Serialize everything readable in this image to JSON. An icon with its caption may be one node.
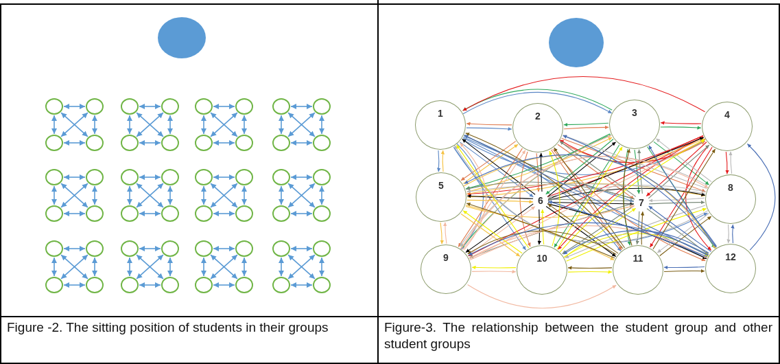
{
  "diagram": {
    "nodes": [
      {
        "text": [],
        "shape": "circle"
      },
      {
        "text": [],
        "shape": "circle"
      },
      {
        "text": [],
        "shape": "circle"
      },
      {
        "text": [],
        "shape": "circle"
      },
      {
        "text": [],
        "shape": "circle"
      },
      {
        "text": [],
        "shape": "circle"
      },
      {
        "text": [],
        "shape": "circle"
      },
      {
        "text": [],
        "shape": "circle"
      },
      {
        "text": [],
        "shape": "circle"
      },
      {
        "text": [],
        "shape": "circle"
      },
      {
        "text": [],
        "shape": "circle"
      },
      {
        "text": [],
        "shape": "circle"
      },
      {
        "text": [],
        "shape": "circle"
      },
      {
        "text": [],
        "shape": "circle"
      },
      {
        "text": [],
        "shape": "circle"
      },
      {
        "text": [],
        "shape": "circle"
      },
      {
        "text": [],
        "shape": "circle"
      },
      {
        "text": [],
        "shape": "circle"
      },
      {
        "text": [],
        "shape": "circle"
      },
      {
        "text": [],
        "shape": "circle"
      },
      {
        "text": [],
        "shape": "circle"
      },
      {
        "text": [],
        "shape": "circle"
      },
      {
        "text": [],
        "shape": "circle"
      },
      {
        "text": [],
        "shape": "circle"
      },
      {
        "text": [],
        "shape": "circle"
      },
      {
        "text": [],
        "shape": "circle"
      },
      {
        "text": [],
        "shape": "circle"
      },
      {
        "text": [],
        "shape": "circle"
      },
      {
        "text": [],
        "shape": "circle"
      },
      {
        "text": [],
        "shape": "circle"
      },
      {
        "text": [],
        "shape": "circle"
      },
      {
        "text": [],
        "shape": "circle"
      },
      {
        "text": [],
        "shape": "circle"
      },
      {
        "text": [],
        "shape": "circle"
      },
      {
        "text": [],
        "shape": "circle"
      },
      {
        "text": [],
        "shape": "circle"
      },
      {
        "text": [],
        "shape": "circle"
      },
      {
        "text": [],
        "shape": "circle"
      },
      {
        "text": [],
        "shape": "circle"
      },
      {
        "text": [],
        "shape": "circle"
      },
      {
        "text": [],
        "shape": "circle"
      },
      {
        "text": [],
        "shape": "circle"
      },
      {
        "text": [],
        "shape": "circle"
      },
      {
        "text": [],
        "shape": "circle"
      },
      {
        "text": [],
        "shape": "circle"
      },
      {
        "text": [],
        "shape": "circle"
      },
      {
        "text": [],
        "shape": "circle"
      },
      {
        "text": [],
        "shape": "circle"
      },
      {
        "text": [],
        "shape": "circle"
      },
      {
        "text": [],
        "shape": "circle"
      },
      {
        "text": [
          "1"
        ]
      },
      {
        "text": [
          "2"
        ]
      },
      {
        "text": [
          "3"
        ]
      },
      {
        "text": [
          "4"
        ]
      },
      {
        "text": [
          "5"
        ]
      },
      {
        "text": [
          "6"
        ]
      },
      {
        "text": [
          "7"
        ]
      },
      {
        "text": [
          "8"
        ]
      },
      {
        "text": [
          "9"
        ]
      },
      {
        "text": [
          "10"
        ]
      },
      {
        "text": [
          "11"
        ]
      },
      {
        "text": [
          "12"
        ]
      }
    ],
    "edges": [
      {
        "from": 1,
        "to": 2,
        "arrow": "both"
      },
      {
        "from": 1,
        "to": 3,
        "arrow": "both"
      },
      {
        "from": 2,
        "to": 4,
        "arrow": "both"
      },
      {
        "from": 3,
        "to": 4,
        "arrow": "both"
      },
      {
        "from": 1,
        "to": 4,
        "arrow": "both"
      },
      {
        "from": 2,
        "to": 3,
        "arrow": "both"
      },
      {
        "from": 5,
        "to": 6,
        "arrow": "both"
      },
      {
        "from": 5,
        "to": 7,
        "arrow": "both"
      },
      {
        "from": 6,
        "to": 8,
        "arrow": "both"
      },
      {
        "from": 7,
        "to": 8,
        "arrow": "both"
      },
      {
        "from": 5,
        "to": 8,
        "arrow": "both"
      },
      {
        "from": 6,
        "to": 7,
        "arrow": "both"
      },
      {
        "from": 9,
        "to": 10,
        "arrow": "both"
      },
      {
        "from": 9,
        "to": 11,
        "arrow": "both"
      },
      {
        "from": 10,
        "to": 12,
        "arrow": "both"
      },
      {
        "from": 11,
        "to": 12,
        "arrow": "both"
      },
      {
        "from": 9,
        "to": 12,
        "arrow": "both"
      },
      {
        "from": 10,
        "to": 11,
        "arrow": "both"
      },
      {
        "from": 13,
        "to": 14,
        "arrow": "both"
      },
      {
        "from": 13,
        "to": 15,
        "arrow": "both"
      },
      {
        "from": 14,
        "to": 16,
        "arrow": "both"
      },
      {
        "from": 15,
        "to": 16,
        "arrow": "both"
      },
      {
        "from": 13,
        "to": 16,
        "arrow": "both"
      },
      {
        "from": 14,
        "to": 15,
        "arrow": "both"
      },
      {
        "from": 17,
        "to": 18,
        "arrow": "both"
      },
      {
        "from": 17,
        "to": 19,
        "arrow": "both"
      },
      {
        "from": 18,
        "to": 20,
        "arrow": "both"
      },
      {
        "from": 19,
        "to": 20,
        "arrow": "both"
      },
      {
        "from": 17,
        "to": 20,
        "arrow": "both"
      },
      {
        "from": 18,
        "to": 19,
        "arrow": "both"
      },
      {
        "from": 21,
        "to": 22,
        "arrow": "both"
      },
      {
        "from": 21,
        "to": 23,
        "arrow": "both"
      },
      {
        "from": 22,
        "to": 24,
        "arrow": "both"
      },
      {
        "from": 23,
        "to": 24,
        "arrow": "both"
      },
      {
        "from": 21,
        "to": 24,
        "arrow": "both"
      },
      {
        "from": 22,
        "to": 23,
        "arrow": "both"
      },
      {
        "from": 25,
        "to": 26,
        "arrow": "both"
      },
      {
        "from": 25,
        "to": 27,
        "arrow": "both"
      },
      {
        "from": 26,
        "to": 28,
        "arrow": "both"
      },
      {
        "from": 27,
        "to": 28,
        "arrow": "both"
      },
      {
        "from": 25,
        "to": 28,
        "arrow": "both"
      },
      {
        "from": 26,
        "to": 27,
        "arrow": "both"
      },
      {
        "from": 29,
        "to": 30,
        "arrow": "both"
      },
      {
        "from": 29,
        "to": 31,
        "arrow": "both"
      },
      {
        "from": 30,
        "to": 32,
        "arrow": "both"
      },
      {
        "from": 31,
        "to": 32,
        "arrow": "both"
      },
      {
        "from": 29,
        "to": 32,
        "arrow": "both"
      },
      {
        "from": 30,
        "to": 31,
        "arrow": "both"
      },
      {
        "from": 33,
        "to": 34,
        "arrow": "both"
      },
      {
        "from": 33,
        "to": 35,
        "arrow": "both"
      },
      {
        "from": 34,
        "to": 36,
        "arrow": "both"
      },
      {
        "from": 35,
        "to": 36,
        "arrow": "both"
      },
      {
        "from": 33,
        "to": 36,
        "arrow": "both"
      },
      {
        "from": 34,
        "to": 35,
        "arrow": "both"
      },
      {
        "from": 37,
        "to": 38,
        "arrow": "both"
      },
      {
        "from": 37,
        "to": 39,
        "arrow": "both"
      },
      {
        "from": 38,
        "to": 40,
        "arrow": "both"
      },
      {
        "from": 39,
        "to": 40,
        "arrow": "both"
      },
      {
        "from": 37,
        "to": 40,
        "arrow": "both"
      },
      {
        "from": 38,
        "to": 39,
        "arrow": "both"
      },
      {
        "from": 41,
        "to": 42,
        "arrow": "both"
      },
      {
        "from": 41,
        "to": 43,
        "arrow": "both"
      },
      {
        "from": 42,
        "to": 44,
        "arrow": "both"
      },
      {
        "from": 43,
        "to": 44,
        "arrow": "both"
      },
      {
        "from": 41,
        "to": 44,
        "arrow": "both"
      },
      {
        "from": 42,
        "to": 43,
        "arrow": "both"
      },
      {
        "from": 45,
        "to": 46,
        "arrow": "both"
      },
      {
        "from": 45,
        "to": 47,
        "arrow": "both"
      },
      {
        "from": 46,
        "to": 48,
        "arrow": "both"
      },
      {
        "from": 47,
        "to": 48,
        "arrow": "both"
      },
      {
        "from": 45,
        "to": 48,
        "arrow": "both"
      },
      {
        "from": 46,
        "to": 47,
        "arrow": "both"
      },
      {
        "from": 50,
        "to": 51,
        "arrow": "to",
        "color": "#5b87c5"
      },
      {
        "from": 50,
        "to": 52,
        "arrow": "to",
        "color": "#5b87c5"
      },
      {
        "from": 50,
        "to": 53,
        "arrow": "to",
        "color": "#5b87c5"
      },
      {
        "from": 50,
        "to": 54,
        "arrow": "to",
        "color": "#5b87c5"
      },
      {
        "from": 50,
        "to": 55,
        "arrow": "to",
        "color": "#5b87c5"
      },
      {
        "from": 50,
        "to": 56,
        "arrow": "to",
        "color": "#5b87c5"
      },
      {
        "from": 50,
        "to": 57,
        "arrow": "to",
        "color": "#5b87c5"
      },
      {
        "from": 50,
        "to": 58,
        "arrow": "to",
        "color": "#5b87c5"
      },
      {
        "from": 50,
        "to": 59,
        "arrow": "to",
        "color": "#5b87c5"
      },
      {
        "from": 50,
        "to": 60,
        "arrow": "to",
        "color": "#5b87c5"
      },
      {
        "from": 50,
        "to": 61,
        "arrow": "to",
        "color": "#5b87c5"
      },
      {
        "from": 51,
        "to": 50,
        "arrow": "to",
        "color": "#e07b4f"
      },
      {
        "from": 51,
        "to": 52,
        "arrow": "to",
        "color": "#e07b4f"
      },
      {
        "from": 51,
        "to": 53,
        "arrow": "to",
        "color": "#e07b4f"
      },
      {
        "from": 51,
        "to": 54,
        "arrow": "to",
        "color": "#e07b4f"
      },
      {
        "from": 51,
        "to": 55,
        "arrow": "to",
        "color": "#e07b4f"
      },
      {
        "from": 51,
        "to": 56,
        "arrow": "to",
        "color": "#e07b4f"
      },
      {
        "from": 51,
        "to": 57,
        "arrow": "to",
        "color": "#e07b4f"
      },
      {
        "from": 51,
        "to": 58,
        "arrow": "to",
        "color": "#e07b4f"
      },
      {
        "from": 51,
        "to": 59,
        "arrow": "to",
        "color": "#e07b4f"
      },
      {
        "from": 51,
        "to": 60,
        "arrow": "to",
        "color": "#e07b4f"
      },
      {
        "from": 51,
        "to": 61,
        "arrow": "to",
        "color": "#e07b4f"
      },
      {
        "from": 52,
        "to": 50,
        "arrow": "to",
        "color": "#2ea85a"
      },
      {
        "from": 52,
        "to": 51,
        "arrow": "to",
        "color": "#2ea85a"
      },
      {
        "from": 52,
        "to": 53,
        "arrow": "to",
        "color": "#2ea85a"
      },
      {
        "from": 52,
        "to": 54,
        "arrow": "to",
        "color": "#2ea85a"
      },
      {
        "from": 52,
        "to": 55,
        "arrow": "to",
        "color": "#2ea85a"
      },
      {
        "from": 52,
        "to": 56,
        "arrow": "to",
        "color": "#2ea85a"
      },
      {
        "from": 52,
        "to": 57,
        "arrow": "to",
        "color": "#2ea85a"
      },
      {
        "from": 52,
        "to": 58,
        "arrow": "to",
        "color": "#2ea85a"
      },
      {
        "from": 52,
        "to": 59,
        "arrow": "to",
        "color": "#2ea85a"
      },
      {
        "from": 52,
        "to": 60,
        "arrow": "to",
        "color": "#2ea85a"
      },
      {
        "from": 52,
        "to": 61,
        "arrow": "to",
        "color": "#2ea85a"
      },
      {
        "from": 53,
        "to": 50,
        "arrow": "to",
        "color": "#e41a1c"
      },
      {
        "from": 53,
        "to": 51,
        "arrow": "to",
        "color": "#e41a1c"
      },
      {
        "from": 53,
        "to": 52,
        "arrow": "to",
        "color": "#e41a1c"
      },
      {
        "from": 53,
        "to": 54,
        "arrow": "to",
        "color": "#e41a1c"
      },
      {
        "from": 53,
        "to": 55,
        "arrow": "to",
        "color": "#e41a1c"
      },
      {
        "from": 53,
        "to": 56,
        "arrow": "to",
        "color": "#e41a1c"
      },
      {
        "from": 53,
        "to": 57,
        "arrow": "to",
        "color": "#e41a1c"
      },
      {
        "from": 53,
        "to": 58,
        "arrow": "to",
        "color": "#e41a1c"
      },
      {
        "from": 53,
        "to": 59,
        "arrow": "to",
        "color": "#e41a1c"
      },
      {
        "from": 53,
        "to": 60,
        "arrow": "to",
        "color": "#e41a1c"
      },
      {
        "from": 53,
        "to": 61,
        "arrow": "to",
        "color": "#e41a1c"
      },
      {
        "from": 54,
        "to": 50,
        "arrow": "to",
        "color": "#f5c242"
      },
      {
        "from": 54,
        "to": 51,
        "arrow": "to",
        "color": "#f5c242"
      },
      {
        "from": 54,
        "to": 52,
        "arrow": "to",
        "color": "#f5c242"
      },
      {
        "from": 54,
        "to": 53,
        "arrow": "to",
        "color": "#f5c242"
      },
      {
        "from": 54,
        "to": 55,
        "arrow": "to",
        "color": "#f5c242"
      },
      {
        "from": 54,
        "to": 56,
        "arrow": "to",
        "color": "#f5c242"
      },
      {
        "from": 54,
        "to": 57,
        "arrow": "to",
        "color": "#f5c242"
      },
      {
        "from": 54,
        "to": 58,
        "arrow": "to",
        "color": "#f5c242"
      },
      {
        "from": 54,
        "to": 59,
        "arrow": "to",
        "color": "#f5c242"
      },
      {
        "from": 54,
        "to": 60,
        "arrow": "to",
        "color": "#f5c242"
      },
      {
        "from": 54,
        "to": 61,
        "arrow": "to",
        "color": "#f5c242"
      },
      {
        "from": 55,
        "to": 50,
        "arrow": "to",
        "color": "#000000"
      },
      {
        "from": 55,
        "to": 51,
        "arrow": "to",
        "color": "#000000"
      },
      {
        "from": 55,
        "to": 52,
        "arrow": "to",
        "color": "#000000"
      },
      {
        "from": 55,
        "to": 53,
        "arrow": "to",
        "color": "#000000"
      },
      {
        "from": 55,
        "to": 54,
        "arrow": "to",
        "color": "#000000"
      },
      {
        "from": 55,
        "to": 56,
        "arrow": "to",
        "color": "#000000"
      },
      {
        "from": 55,
        "to": 57,
        "arrow": "to",
        "color": "#000000"
      },
      {
        "from": 55,
        "to": 58,
        "arrow": "to",
        "color": "#000000"
      },
      {
        "from": 55,
        "to": 59,
        "arrow": "to",
        "color": "#000000"
      },
      {
        "from": 55,
        "to": 60,
        "arrow": "to",
        "color": "#000000"
      },
      {
        "from": 55,
        "to": 61,
        "arrow": "to",
        "color": "#000000"
      },
      {
        "from": 56,
        "to": 50,
        "arrow": "to",
        "color": "#7a8a7a"
      },
      {
        "from": 56,
        "to": 51,
        "arrow": "to",
        "color": "#7a8a7a"
      },
      {
        "from": 56,
        "to": 52,
        "arrow": "to",
        "color": "#7a8a7a"
      },
      {
        "from": 56,
        "to": 53,
        "arrow": "to",
        "color": "#7a8a7a"
      },
      {
        "from": 56,
        "to": 54,
        "arrow": "to",
        "color": "#7a8a7a"
      },
      {
        "from": 56,
        "to": 55,
        "arrow": "to",
        "color": "#7a8a7a"
      },
      {
        "from": 56,
        "to": 57,
        "arrow": "to",
        "color": "#7a8a7a"
      },
      {
        "from": 56,
        "to": 58,
        "arrow": "to",
        "color": "#7a8a7a"
      },
      {
        "from": 56,
        "to": 59,
        "arrow": "to",
        "color": "#7a8a7a"
      },
      {
        "from": 56,
        "to": 60,
        "arrow": "to",
        "color": "#7a8a7a"
      },
      {
        "from": 56,
        "to": 61,
        "arrow": "to",
        "color": "#7a8a7a"
      },
      {
        "from": 57,
        "to": 50,
        "arrow": "to",
        "color": "#b8b8b8"
      },
      {
        "from": 57,
        "to": 51,
        "arrow": "to",
        "color": "#b8b8b8"
      },
      {
        "from": 57,
        "to": 52,
        "arrow": "to",
        "color": "#b8b8b8"
      },
      {
        "from": 57,
        "to": 53,
        "arrow": "to",
        "color": "#b8b8b8"
      },
      {
        "from": 57,
        "to": 54,
        "arrow": "to",
        "color": "#b8b8b8"
      },
      {
        "from": 57,
        "to": 55,
        "arrow": "to",
        "color": "#b8b8b8"
      },
      {
        "from": 57,
        "to": 56,
        "arrow": "to",
        "color": "#b8b8b8"
      },
      {
        "from": 57,
        "to": 58,
        "arrow": "to",
        "color": "#b8b8b8"
      },
      {
        "from": 57,
        "to": 59,
        "arrow": "to",
        "color": "#b8b8b8"
      },
      {
        "from": 57,
        "to": 60,
        "arrow": "to",
        "color": "#b8b8b8"
      },
      {
        "from": 57,
        "to": 61,
        "arrow": "to",
        "color": "#b8b8b8"
      },
      {
        "from": 58,
        "to": 50,
        "arrow": "to",
        "color": "#f2b8a0"
      },
      {
        "from": 58,
        "to": 51,
        "arrow": "to",
        "color": "#f2b8a0"
      },
      {
        "from": 58,
        "to": 52,
        "arrow": "to",
        "color": "#f2b8a0"
      },
      {
        "from": 58,
        "to": 53,
        "arrow": "to",
        "color": "#f2b8a0"
      },
      {
        "from": 58,
        "to": 54,
        "arrow": "to",
        "color": "#f2b8a0"
      },
      {
        "from": 58,
        "to": 55,
        "arrow": "to",
        "color": "#f2b8a0"
      },
      {
        "from": 58,
        "to": 56,
        "arrow": "to",
        "color": "#f2b8a0"
      },
      {
        "from": 58,
        "to": 57,
        "arrow": "to",
        "color": "#f2b8a0"
      },
      {
        "from": 58,
        "to": 59,
        "arrow": "to",
        "color": "#f2b8a0"
      },
      {
        "from": 58,
        "to": 60,
        "arrow": "to",
        "color": "#f2b8a0"
      },
      {
        "from": 58,
        "to": 61,
        "arrow": "to",
        "color": "#f2b8a0"
      },
      {
        "from": 59,
        "to": 50,
        "arrow": "to",
        "color": "#f0f000"
      },
      {
        "from": 59,
        "to": 51,
        "arrow": "to",
        "color": "#f0f000"
      },
      {
        "from": 59,
        "to": 52,
        "arrow": "to",
        "color": "#f0f000"
      },
      {
        "from": 59,
        "to": 53,
        "arrow": "to",
        "color": "#f0f000"
      },
      {
        "from": 59,
        "to": 54,
        "arrow": "to",
        "color": "#f0f000"
      },
      {
        "from": 59,
        "to": 55,
        "arrow": "to",
        "color": "#f0f000"
      },
      {
        "from": 59,
        "to": 56,
        "arrow": "to",
        "color": "#f0f000"
      },
      {
        "from": 59,
        "to": 57,
        "arrow": "to",
        "color": "#f0f000"
      },
      {
        "from": 59,
        "to": 58,
        "arrow": "to",
        "color": "#f0f000"
      },
      {
        "from": 59,
        "to": 60,
        "arrow": "to",
        "color": "#f0f000"
      },
      {
        "from": 59,
        "to": 61,
        "arrow": "to",
        "color": "#f0f000"
      },
      {
        "from": 60,
        "to": 50,
        "arrow": "to",
        "color": "#7a5c12"
      },
      {
        "from": 60,
        "to": 51,
        "arrow": "to",
        "color": "#7a5c12"
      },
      {
        "from": 60,
        "to": 52,
        "arrow": "to",
        "color": "#7a5c12"
      },
      {
        "from": 60,
        "to": 53,
        "arrow": "to",
        "color": "#7a5c12"
      },
      {
        "from": 60,
        "to": 54,
        "arrow": "to",
        "color": "#7a5c12"
      },
      {
        "from": 60,
        "to": 55,
        "arrow": "to",
        "color": "#7a5c12"
      },
      {
        "from": 60,
        "to": 56,
        "arrow": "to",
        "color": "#7a5c12"
      },
      {
        "from": 60,
        "to": 57,
        "arrow": "to",
        "color": "#7a5c12"
      },
      {
        "from": 60,
        "to": 58,
        "arrow": "to",
        "color": "#7a5c12"
      },
      {
        "from": 60,
        "to": 59,
        "arrow": "to",
        "color": "#7a5c12"
      },
      {
        "from": 60,
        "to": 61,
        "arrow": "to",
        "color": "#7a5c12"
      },
      {
        "from": 61,
        "to": 50,
        "arrow": "to",
        "color": "#4a6fb5"
      },
      {
        "from": 61,
        "to": 51,
        "arrow": "to",
        "color": "#4a6fb5"
      },
      {
        "from": 61,
        "to": 52,
        "arrow": "to",
        "color": "#4a6fb5"
      },
      {
        "from": 61,
        "to": 53,
        "arrow": "to",
        "color": "#4a6fb5"
      },
      {
        "from": 61,
        "to": 54,
        "arrow": "to",
        "color": "#4a6fb5"
      },
      {
        "from": 61,
        "to": 55,
        "arrow": "to",
        "color": "#4a6fb5"
      },
      {
        "from": 61,
        "to": 56,
        "arrow": "to",
        "color": "#4a6fb5"
      },
      {
        "from": 61,
        "to": 57,
        "arrow": "to",
        "color": "#4a6fb5"
      },
      {
        "from": 61,
        "to": 58,
        "arrow": "to",
        "color": "#4a6fb5"
      },
      {
        "from": 61,
        "to": 59,
        "arrow": "to",
        "color": "#4a6fb5"
      },
      {
        "from": 61,
        "to": 60,
        "arrow": "to",
        "color": "#4a6fb5"
      }
    ],
    "labels": [
      "Figure -2. The sitting position of students in their groups",
      "Figure-3. The relationship between the student group and other student groups"
    ]
  }
}
